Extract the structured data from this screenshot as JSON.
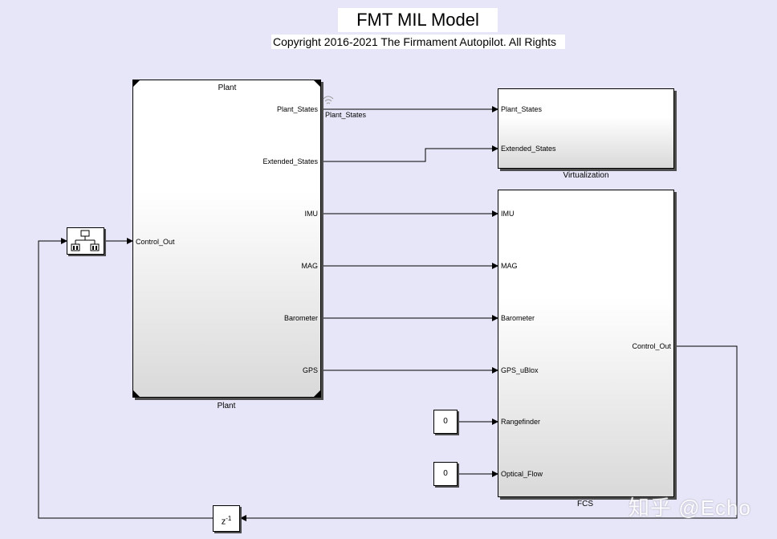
{
  "header": {
    "title": "FMT MIL Model",
    "copyright": "Copyright 2016-2021 The Firmament Autopilot. All Rights"
  },
  "plant": {
    "top_label": "Plant",
    "bottom_label": "Plant",
    "input": "Control_Out",
    "outputs": [
      "Plant_States",
      "Extended_States",
      "IMU",
      "MAG",
      "Barometer",
      "GPS"
    ]
  },
  "signal_label": "Plant_States",
  "virtualization": {
    "name": "Virtualization",
    "inputs": [
      "Plant_States",
      "Extended_States"
    ]
  },
  "fcs": {
    "name": "FCS",
    "inputs": [
      "IMU",
      "MAG",
      "Barometer",
      "GPS_uBlox",
      "Rangefinder",
      "Optical_Flow"
    ],
    "output": "Control_Out"
  },
  "constants": [
    "0",
    "0"
  ],
  "delay_base": "z",
  "delay_exp": "-1",
  "watermark": "知乎 @Echo",
  "colors": {
    "background": "#e6e6f8",
    "line": "#000000"
  }
}
